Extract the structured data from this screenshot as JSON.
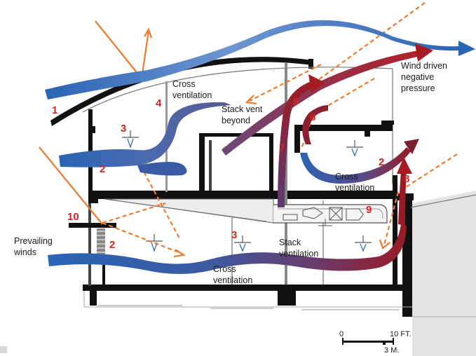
{
  "labels": {
    "wind_driven": [
      "Wind driven",
      "negative",
      "pressure"
    ],
    "cross_top": [
      "Cross",
      "ventilation"
    ],
    "stack_vent": [
      "Stack vent",
      "beyond"
    ],
    "cross_right": [
      "Cross",
      "ventilation"
    ],
    "prevailing": [
      "Prevailing",
      "winds"
    ],
    "stack_ventilation": [
      "Stack",
      "ventilation"
    ],
    "cross_bottom": [
      "Cross",
      "ventilation"
    ]
  },
  "markers": [
    "1",
    "2",
    "3",
    "4",
    "5",
    "6",
    "7",
    "8",
    "9",
    "10",
    "2",
    "2",
    "3",
    "2"
  ],
  "scale": {
    "zero": "0",
    "ft": "10 FT.",
    "m": "3 M."
  },
  "colors": {
    "wind_blue": "#2a64b4",
    "warm_red": "#9a1a24",
    "sun_orange": "#ee7a2c",
    "structure": "#111111",
    "marker_red": "#d8231f"
  }
}
